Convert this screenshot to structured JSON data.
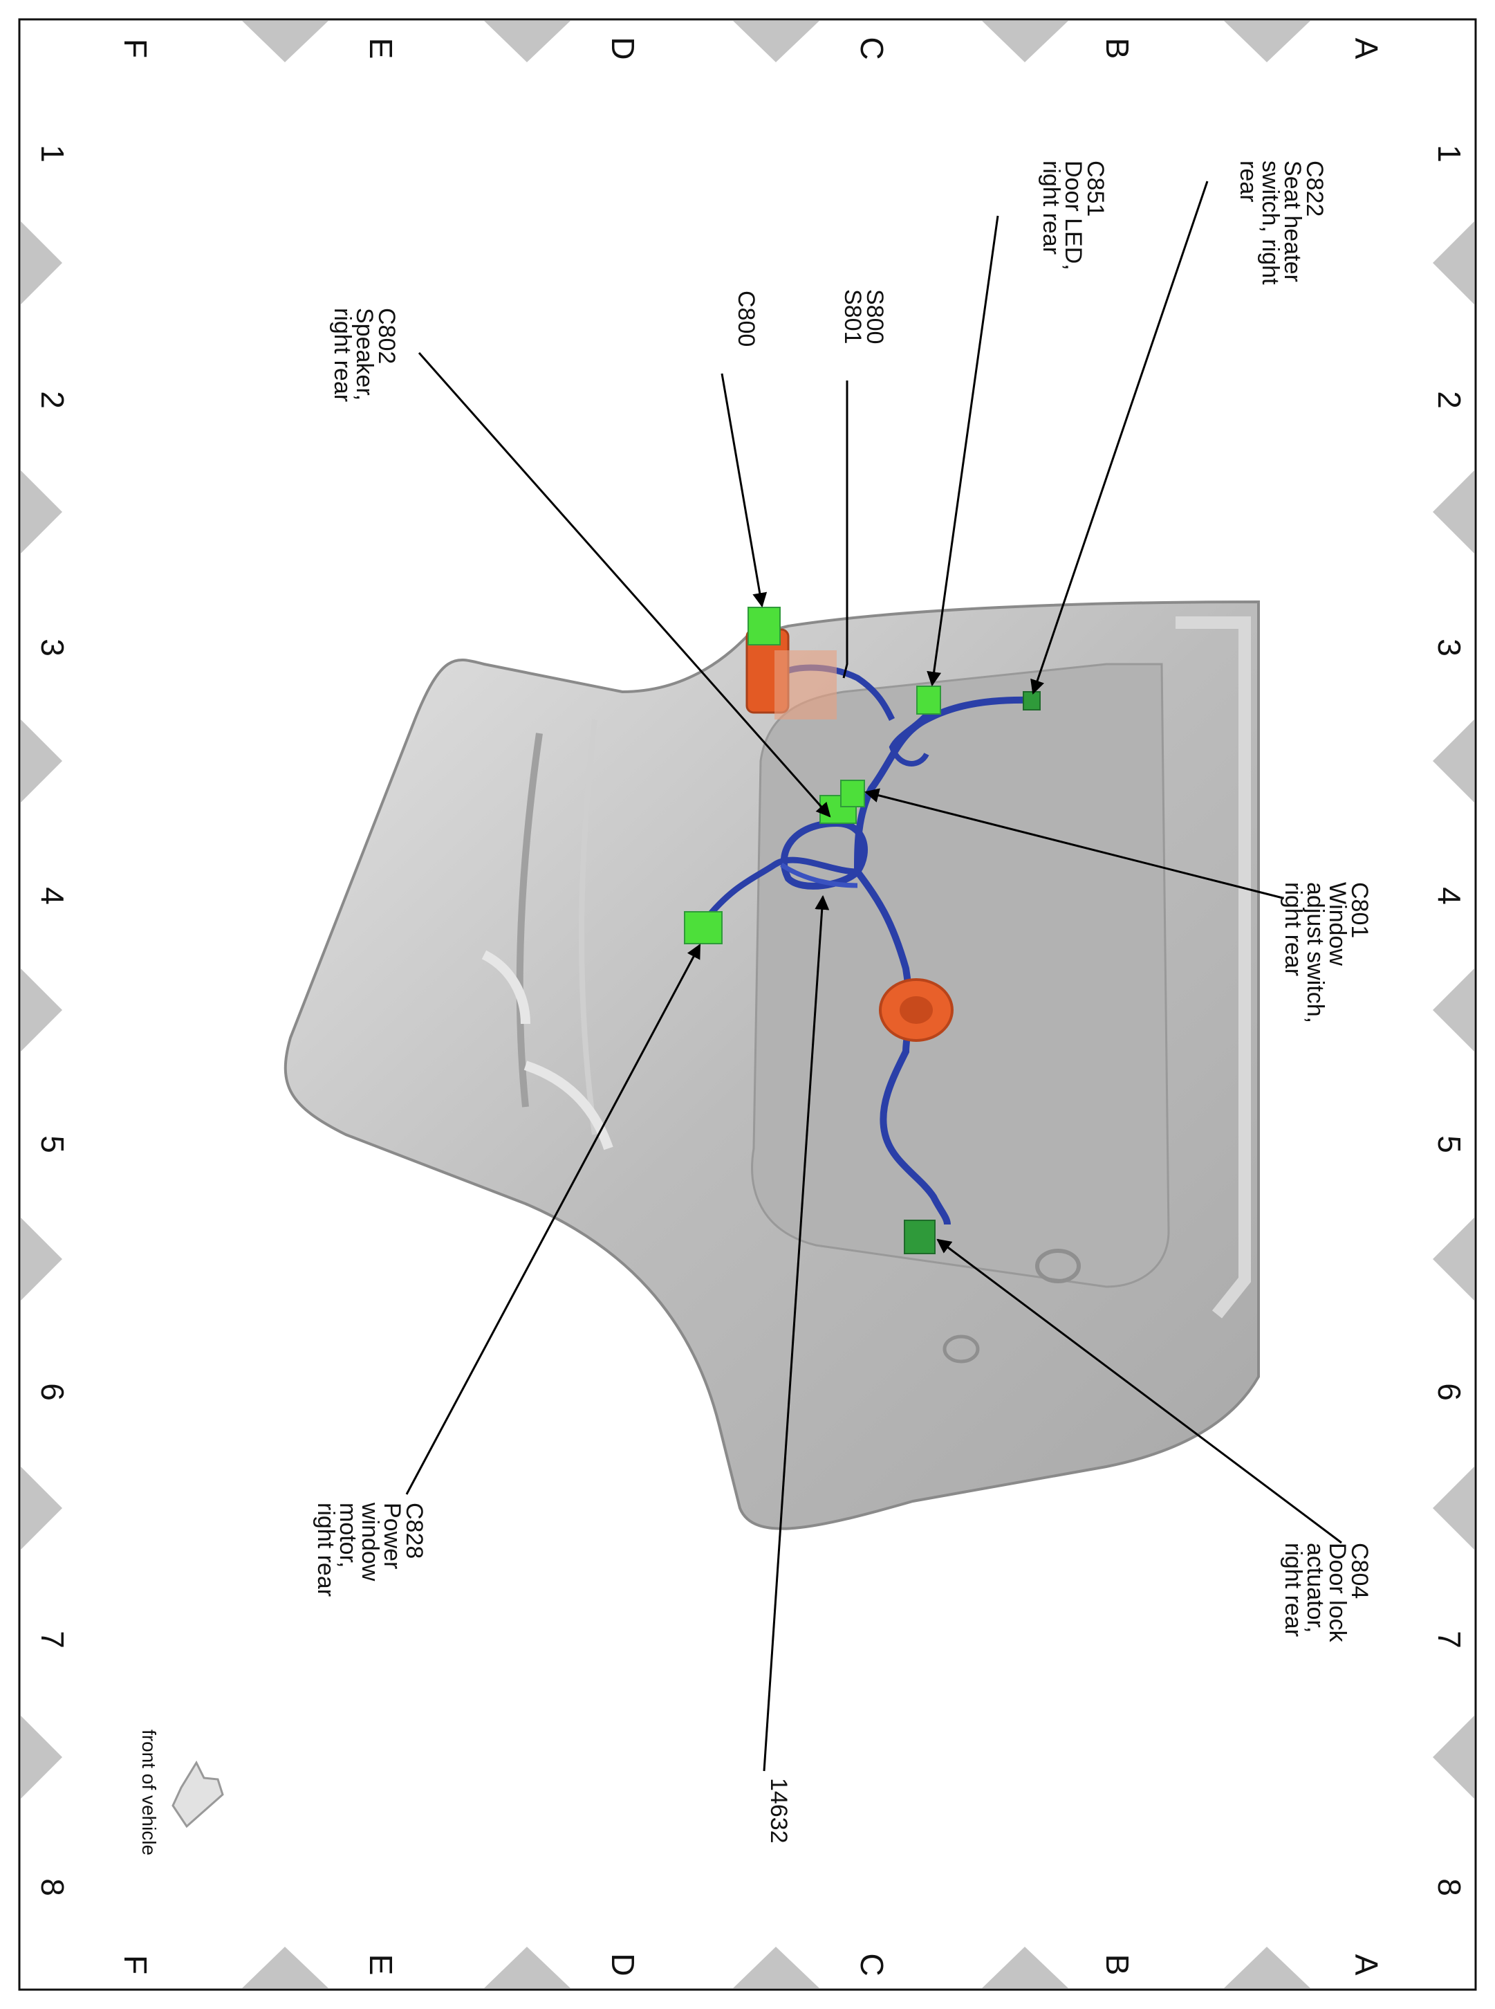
{
  "diagram": {
    "row_letters": [
      "A",
      "B",
      "C",
      "D",
      "E",
      "F"
    ],
    "column_numbers": [
      "1",
      "2",
      "3",
      "4",
      "5",
      "6",
      "7",
      "8"
    ],
    "callouts": {
      "c822": [
        "C822",
        "Seat heater",
        "switch, right",
        "rear"
      ],
      "c851": [
        "C851",
        "Door LED,",
        "right rear"
      ],
      "s800": [
        "S800",
        "S801"
      ],
      "c800": [
        "C800"
      ],
      "c802": [
        "C802",
        "Speaker,",
        "right rear"
      ],
      "c801": [
        "C801",
        "Window",
        "adjust switch,",
        "right rear"
      ],
      "c804": [
        "C804",
        "Door lock",
        "actuator,",
        "right rear"
      ],
      "c828": [
        "C828",
        "Power",
        "window",
        "motor,",
        "right rear"
      ],
      "harness": [
        "14632"
      ]
    },
    "orientation_label": "front of vehicle",
    "colors": {
      "harness": "#2a3fa8",
      "connector_light": "#4ddf3a",
      "connector_dark": "#2f9a3a",
      "grommet": "#e8602a",
      "panel": "#bdbdbd"
    }
  }
}
